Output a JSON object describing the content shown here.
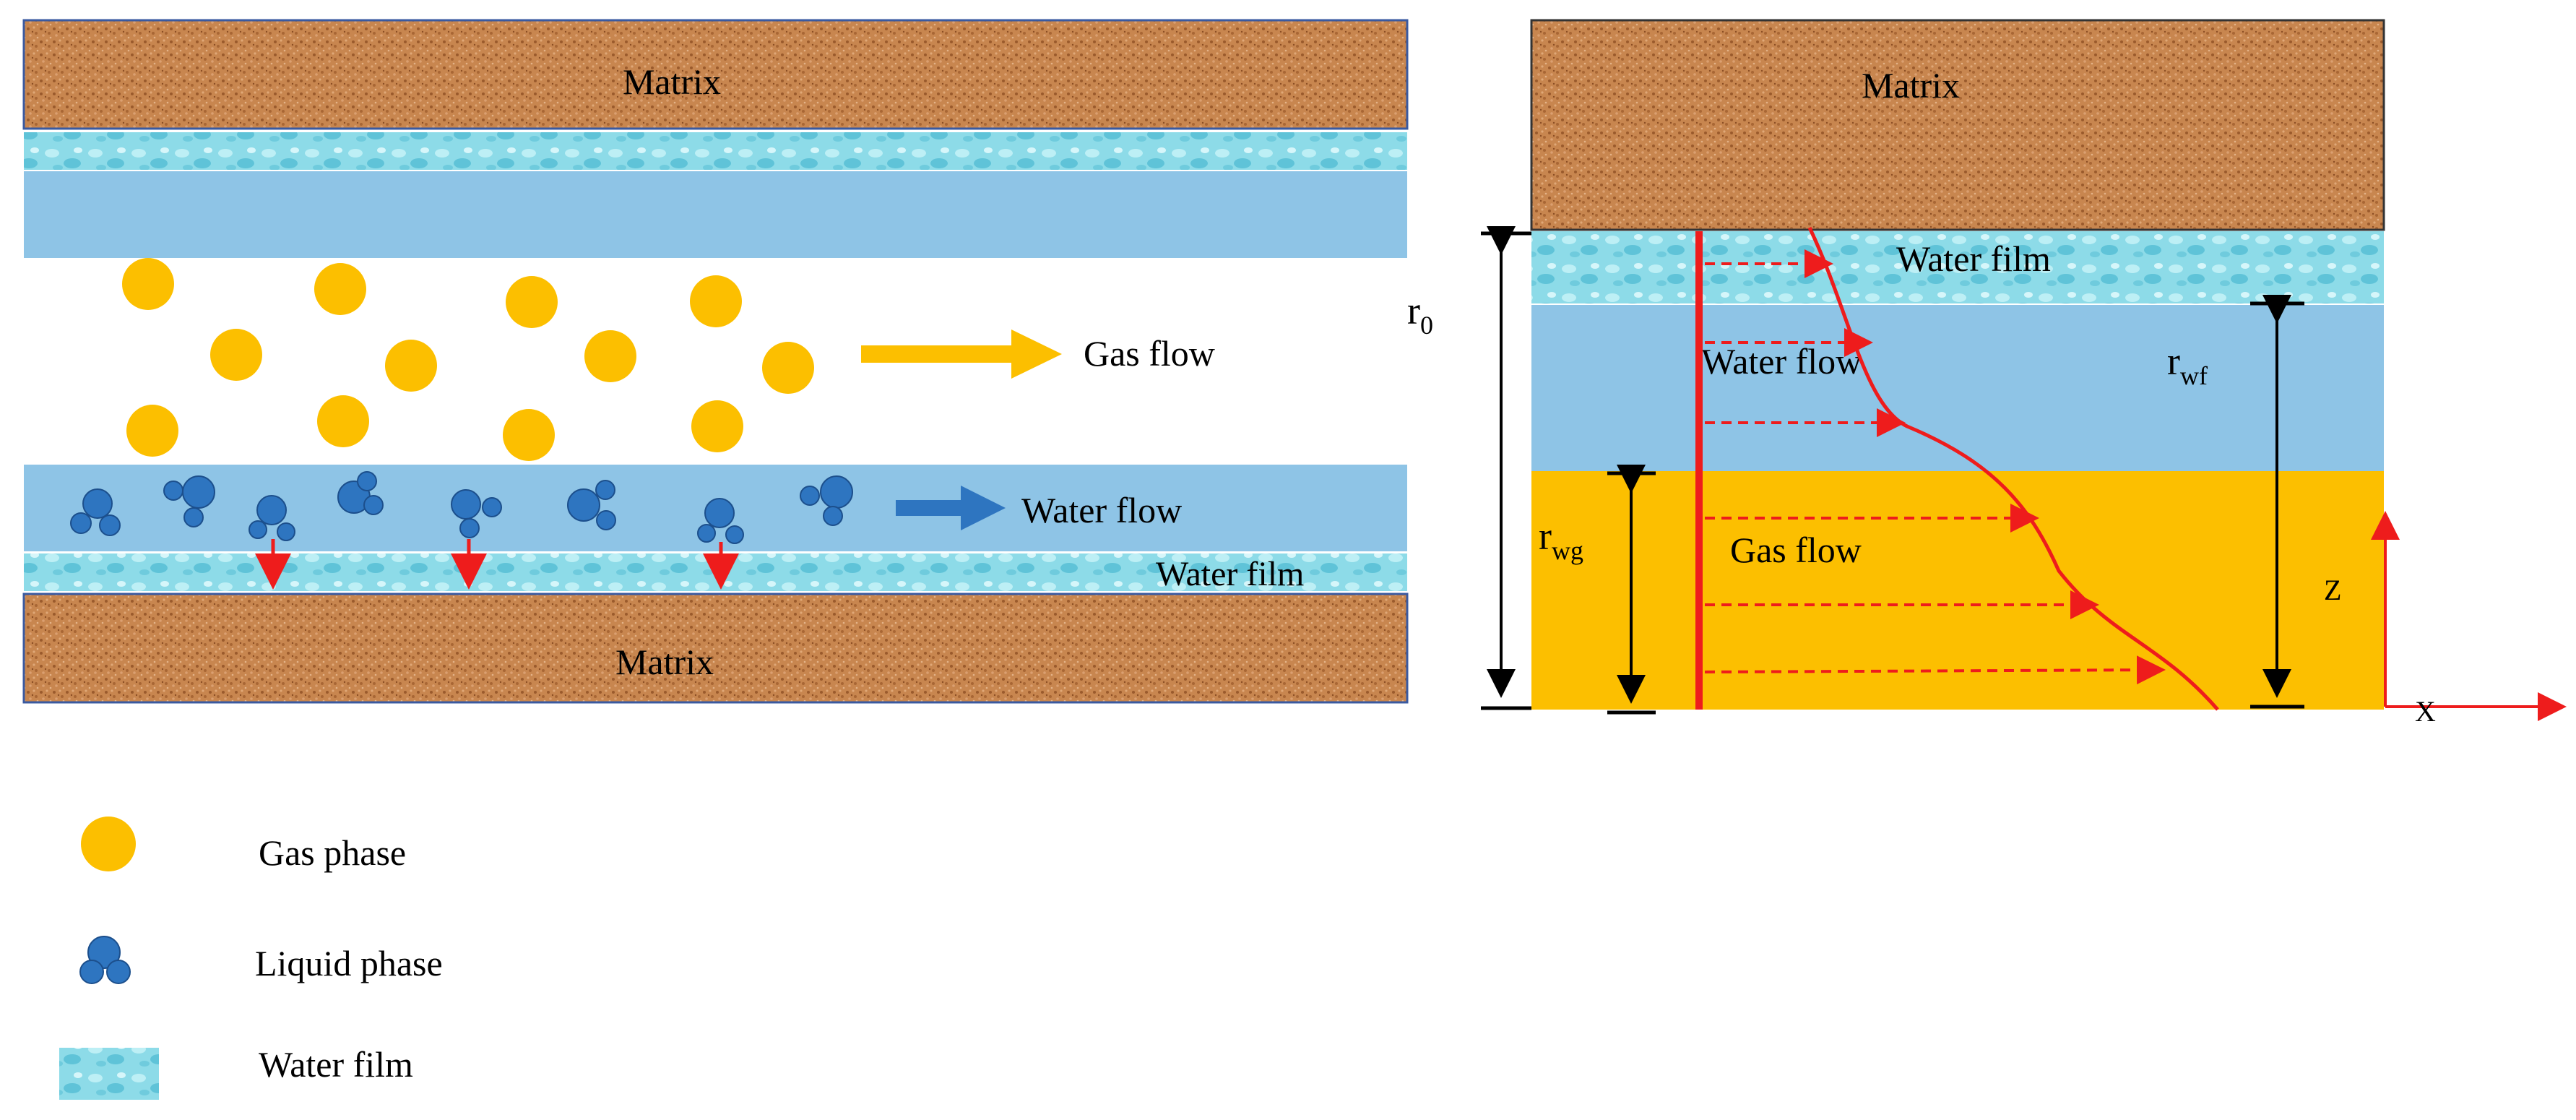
{
  "left_panel": {
    "matrix_top_label": "Matrix",
    "matrix_bottom_label": "Matrix",
    "gas_flow_label": "Gas flow",
    "water_flow_label": "Water flow",
    "water_film_label": "Water film"
  },
  "right_panel": {
    "matrix_label": "Matrix",
    "water_film_label": "Water film",
    "water_flow_label": "Water flow",
    "gas_flow_label": "Gas flow",
    "r0_symbol": "r",
    "r0_sub": "0",
    "rwf_symbol": "r",
    "rwf_sub": "wf",
    "rwg_symbol": "r",
    "rwg_sub": "wg",
    "axis_z": "Z",
    "axis_x": "X"
  },
  "legend": {
    "items": [
      {
        "icon": "gas-bubble-icon",
        "label": "Gas phase"
      },
      {
        "icon": "liquid-droplet-icon",
        "label": "Liquid phase"
      },
      {
        "icon": "water-film-swatch-icon",
        "label": "Water film"
      }
    ]
  },
  "colors": {
    "matrix": "#c8864f",
    "water_flow": "#8ec4e6",
    "water_film": "#7fd6e6",
    "gas": "#fcbf00",
    "liquid": "#2e75c0",
    "arrow_red": "#ee1c1c",
    "arrow_blue": "#2e75c0"
  }
}
